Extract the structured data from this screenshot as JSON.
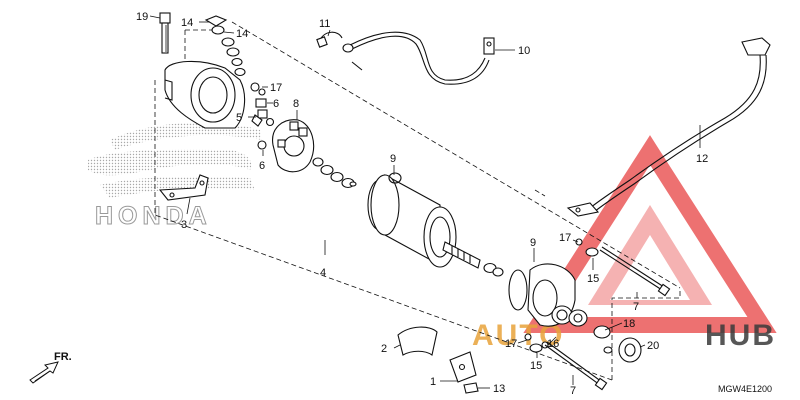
{
  "diagram_code": "MGW4E1200",
  "front_indicator": "FR.",
  "watermark": {
    "honda_logo_text": "HONDA",
    "brand_left": "AUTO",
    "brand_right": "HUB"
  },
  "colors": {
    "watermark_red": "#e84a4a",
    "watermark_orange": "#e8a33a",
    "hub_dark": "#3a3a3a",
    "line": "#111111"
  },
  "callouts": [
    {
      "id": "c19",
      "label": "19"
    },
    {
      "id": "c14a",
      "label": "14"
    },
    {
      "id": "c14b",
      "label": "14"
    },
    {
      "id": "c17a",
      "label": "17"
    },
    {
      "id": "c6a",
      "label": "6"
    },
    {
      "id": "c5",
      "label": "5"
    },
    {
      "id": "c6b",
      "label": "6"
    },
    {
      "id": "c8",
      "label": "8"
    },
    {
      "id": "c3",
      "label": "3"
    },
    {
      "id": "c4",
      "label": "4"
    },
    {
      "id": "c9a",
      "label": "9"
    },
    {
      "id": "c9b",
      "label": "9"
    },
    {
      "id": "c11",
      "label": "11"
    },
    {
      "id": "c10",
      "label": "10"
    },
    {
      "id": "c12",
      "label": "12"
    },
    {
      "id": "c17b",
      "label": "17"
    },
    {
      "id": "c15a",
      "label": "15"
    },
    {
      "id": "c7a",
      "label": "7"
    },
    {
      "id": "c18",
      "label": "18"
    },
    {
      "id": "c16",
      "label": "16"
    },
    {
      "id": "c17c",
      "label": "17"
    },
    {
      "id": "c15b",
      "label": "15"
    },
    {
      "id": "c20",
      "label": "20"
    },
    {
      "id": "c2",
      "label": "2"
    },
    {
      "id": "c1",
      "label": "1"
    },
    {
      "id": "c13",
      "label": "13"
    },
    {
      "id": "c7b",
      "label": "7"
    }
  ]
}
